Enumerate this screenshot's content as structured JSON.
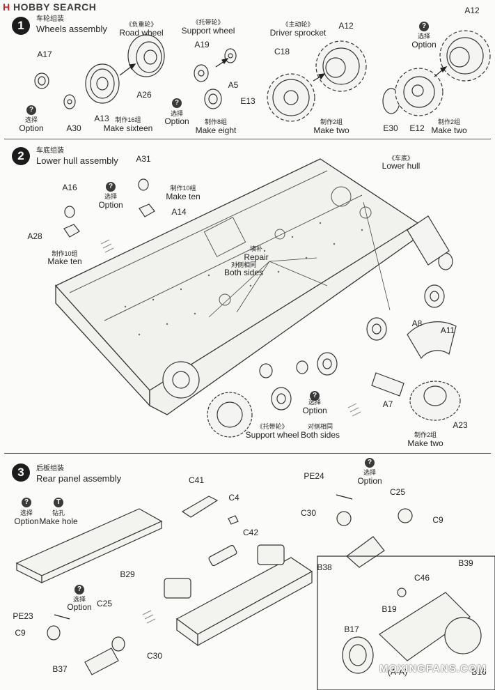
{
  "brand": {
    "prefix": "H",
    "name": "HOBBY SEARCH"
  },
  "watermark": "MOXINGFANS.COM",
  "option_mark": "?",
  "hole_mark": "T",
  "steps": [
    {
      "number": "1",
      "title_cn": "车轮组装",
      "title_en": "Wheels assembly"
    },
    {
      "number": "2",
      "title_cn": "车底组装",
      "title_en": "Lower hull assembly"
    },
    {
      "number": "3",
      "title_cn": "后板组装",
      "title_en": "Rear panel assembly"
    }
  ],
  "step1": {
    "road_wheel_cn": "《负重轮》",
    "road_wheel_en": "Road wheel",
    "support_wheel_cn": "《托带轮》",
    "support_wheel_en": "Support wheel",
    "driver_sprocket_cn": "《主动轮》",
    "driver_sprocket_en": "Driver sprocket",
    "option_cn": "选择",
    "option_en": "Option",
    "make16_cn": "制作16组",
    "make16_en": "Make sixteen",
    "make8_cn": "制作8组",
    "make8_en": "Make eight",
    "make2_cn": "制作2组",
    "make2_en": "Make two",
    "parts": {
      "a17": "A17",
      "a30": "A30",
      "a13": "A13",
      "a26": "A26",
      "a19": "A19",
      "a5": "A5",
      "e13": "E13",
      "c18": "C18",
      "a12": "A12",
      "e30": "E30",
      "e12": "E12"
    }
  },
  "step2": {
    "lower_hull_cn": "《车底》",
    "lower_hull_en": "Lower hull",
    "option_cn": "选择",
    "option_en": "Option",
    "make10_cn": "制作10组",
    "make10_en": "Make ten",
    "repair_cn": "填补",
    "repair_en": "Repair",
    "both_cn": "对侧相同",
    "both_en": "Both sides",
    "support_wheel_cn": "《托带轮》",
    "support_wheel_en": "Support wheel",
    "make2_cn": "制作2组",
    "make2_en": "Make two",
    "parts": {
      "a16": "A16",
      "a28": "A28",
      "a31": "A31",
      "a14": "A14",
      "a8": "A8",
      "a11": "A11",
      "a7": "A7",
      "a23": "A23"
    }
  },
  "step3": {
    "option_cn": "选择",
    "option_en": "Option",
    "hole_cn": "钻孔",
    "hole_en": "Make hole",
    "parts": {
      "b29": "B29",
      "c41": "C41",
      "c4": "C4",
      "c42": "C42",
      "pe24": "PE24",
      "c25": "C25",
      "c30": "C30",
      "c9": "C9",
      "b38": "B38",
      "pe23": "PE23",
      "b37": "B37",
      "b39": "B39",
      "c46": "C46",
      "b19": "B19",
      "b17": "B17",
      "aa": "(A-A)",
      "b16": "B16"
    }
  }
}
